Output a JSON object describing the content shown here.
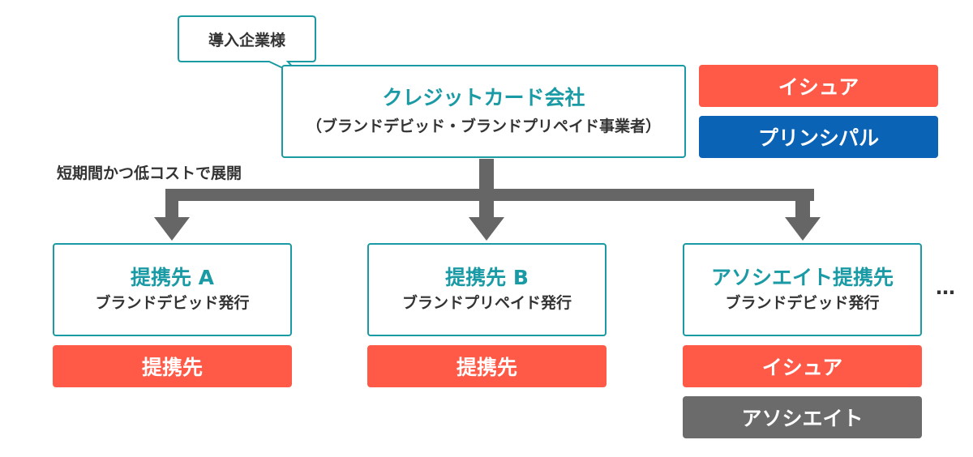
{
  "callout": {
    "label": "導入企業様"
  },
  "top_box": {
    "title": "クレジットカード会社",
    "subtitle": "（ブランドデビッド・ブランドプリペイド事業者）"
  },
  "top_tags": [
    "イシュア",
    "プリンシパル"
  ],
  "note": "短期間かつ低コストで展開",
  "partners": [
    {
      "title": "提携先 A",
      "subtitle": "ブランドデビッド発行",
      "tags": [
        "提携先"
      ]
    },
    {
      "title": "提携先 B",
      "subtitle": "ブランドプリペイド発行",
      "tags": [
        "提携先"
      ]
    },
    {
      "title": "アソシエイト提携先",
      "subtitle": "ブランドデビッド発行",
      "tags": [
        "イシュア",
        "アソシエイト"
      ]
    }
  ],
  "ellipsis": "…",
  "colors": {
    "teal": "#1a9aa4",
    "red": "#ff5a48",
    "blue": "#0a63b5",
    "gray": "#6b6b6b",
    "arrow": "#666666"
  }
}
